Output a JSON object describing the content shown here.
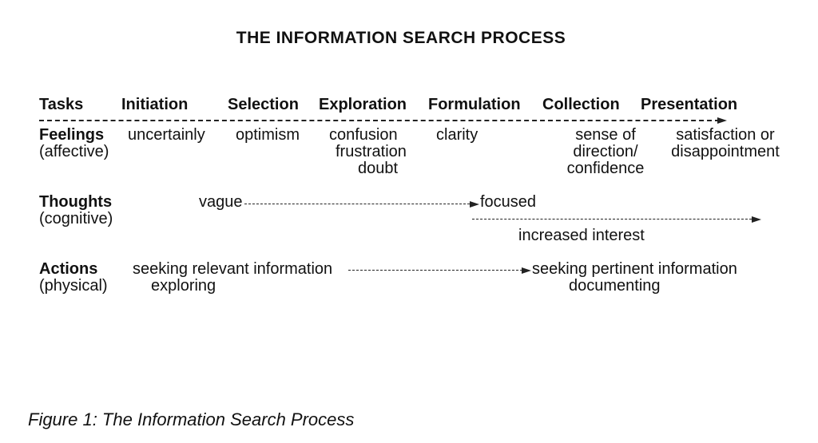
{
  "title": "THE INFORMATION SEARCH PROCESS",
  "tasks": {
    "label": "Tasks",
    "stages": [
      "Initiation",
      "Selection",
      "Exploration",
      "Formulation",
      "Collection",
      "Presentation"
    ]
  },
  "feelings": {
    "label": "Feelings",
    "sublabel": "(affective)",
    "items": [
      [
        "uncertainly"
      ],
      [
        "optimism"
      ],
      [
        "confusion",
        "frustration",
        "doubt"
      ],
      [
        "clarity"
      ],
      [
        "sense of",
        "direction/",
        "confidence"
      ],
      [
        "satisfaction or",
        "disappointment"
      ]
    ]
  },
  "thoughts": {
    "label": "Thoughts",
    "sublabel": "(cognitive)",
    "from": "vague",
    "to": "focused",
    "interest": "increased interest"
  },
  "actions": {
    "label": "Actions",
    "sublabel": "(physical)",
    "from": "seeking relevant information",
    "from_sub": "exploring",
    "to": "seeking pertinent information",
    "to_sub": "documenting"
  },
  "caption": "Figure 1: The Information Search Process"
}
